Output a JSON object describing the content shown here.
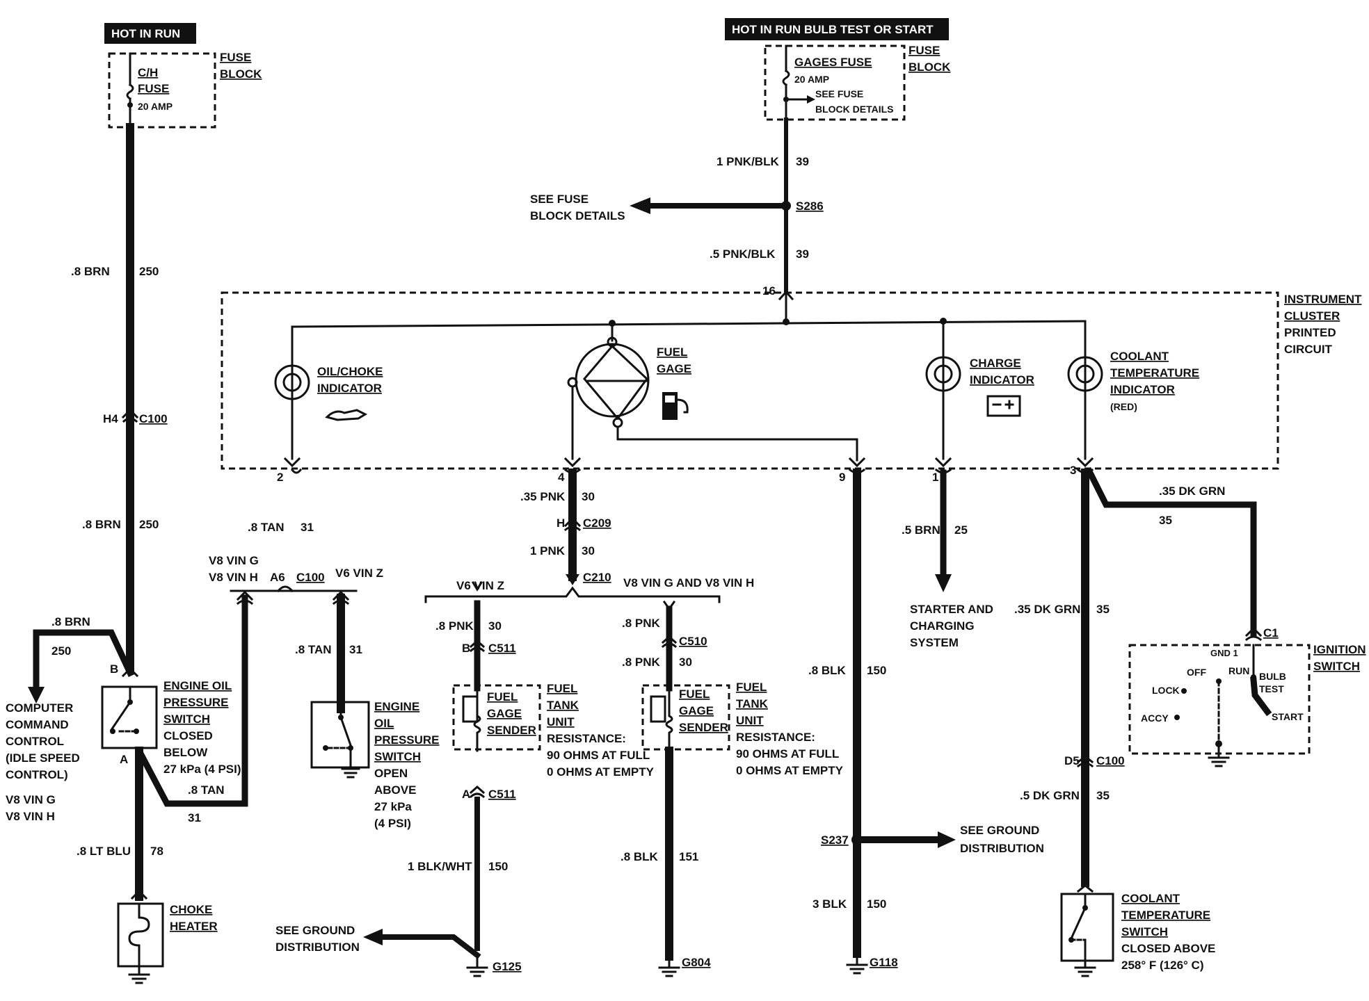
{
  "headers": {
    "left": "HOT IN RUN",
    "right": "HOT IN RUN  BULB TEST OR START"
  },
  "fuse_left": {
    "line1": "C/H",
    "line2": "FUSE",
    "rating": "20 AMP",
    "block1": "FUSE",
    "block2": "BLOCK"
  },
  "fuse_right": {
    "name": "GAGES FUSE",
    "rating": "20 AMP",
    "see1": "SEE FUSE",
    "see2": "BLOCK DETAILS",
    "block1": "FUSE",
    "block2": "BLOCK"
  },
  "wires": {
    "w1_size": "1 PNK/BLK",
    "w1_num": "39",
    "w2_size": ".5 PNK/BLK",
    "w2_num": "39",
    "brn_top_size": ".8 BRN",
    "brn_top_num": "250",
    "brn_mid_size": ".8 BRN",
    "brn_mid_num": "250",
    "brn_left_size": ".8 BRN",
    "brn_left_num": "250",
    "tan_top_size": ".8 TAN",
    "tan_top_num": "31",
    "tan_right_size": ".8 TAN",
    "tan_right_num": "31",
    "tan_bot_size": ".8 TAN",
    "tan_bot_num": "31",
    "ltblu_size": ".8 LT BLU",
    "ltblu_num": "78",
    "pnk35_size": ".35 PNK",
    "pnk35_num": "30",
    "pnk1_size": "1 PNK",
    "pnk1_num": "30",
    "pnk8a_size": ".8 PNK",
    "pnk8a_num": "30",
    "pnk8b_size": ".8 PNK",
    "pnk8c_size": ".8 PNK",
    "pnk8c_num": "30",
    "blkwht_size": "1 BLK/WHT",
    "blkwht_num": "150",
    "blk8_size": ".8 BLK",
    "blk8_num": "151",
    "blk8b_size": ".8 BLK",
    "blk8b_num": "150",
    "blk3_size": "3 BLK",
    "blk3_num": "150",
    "brn5_size": ".5 BRN",
    "brn5_num": "25",
    "dkgrn35a_size": ".35 DK GRN",
    "dkgrn35a_num": "35",
    "dkgrn35b_size": ".35 DK GRN",
    "dkgrn35b_num": "35",
    "dkgrn5_size": ".5 DK GRN",
    "dkgrn5_num": "35"
  },
  "splices": {
    "s286": "S286",
    "s237": "S237"
  },
  "connectors": {
    "h4": "H4",
    "c100a": "C100",
    "a6": "A6",
    "c100b": "C100",
    "p16": "16",
    "p2": "2",
    "p4": "4",
    "p9": "9",
    "p1": "1",
    "p3": "3",
    "h": "H",
    "c209": "C209",
    "c210": "C210",
    "b": "B",
    "c511a": "C511",
    "a": "A",
    "c511b": "C511",
    "c510": "C510",
    "d5": "D5",
    "c100c": "C100",
    "c1": "C1",
    "pin_b": "B",
    "pin_a": "A"
  },
  "see_fuse": {
    "line1": "SEE FUSE",
    "line2": "BLOCK DETAILS"
  },
  "cluster": {
    "line1": "INSTRUMENT",
    "line2": "CLUSTER",
    "line3": "PRINTED",
    "line4": "CIRCUIT"
  },
  "oil_ind": {
    "line1": "OIL/CHOKE",
    "line2": "INDICATOR"
  },
  "fuel_gage": {
    "line1": "FUEL",
    "line2": "GAGE"
  },
  "charge_ind": {
    "line1": "CHARGE",
    "line2": "INDICATOR"
  },
  "coolant_ind": {
    "line1": "COOLANT",
    "line2": "TEMPERATURE",
    "line3": "INDICATOR",
    "line4": "(RED)"
  },
  "vin": {
    "v8gh1": "V8 VIN G",
    "v8gh2": "V8 VIN H",
    "v6z": "V6 VIN Z",
    "v6z2": "V6 VIN Z",
    "v8gandh": "V8 VIN G AND V8 VIN H",
    "v8g_bot": "V8 VIN G",
    "v8h_bot": "V8 VIN H"
  },
  "computer": {
    "l1": "COMPUTER",
    "l2": "COMMAND",
    "l3": "CONTROL",
    "l4": "(IDLE SPEED",
    "l5": "CONTROL)"
  },
  "eops1": {
    "l1": "ENGINE OIL",
    "l2": "PRESSURE",
    "l3": "SWITCH",
    "l4": "CLOSED",
    "l5": "BELOW",
    "l6": "27 kPa (4 PSI)"
  },
  "eops2": {
    "l1": "ENGINE",
    "l2": "OIL",
    "l3": "PRESSURE",
    "l4": "SWITCH",
    "l5": "OPEN",
    "l6": "ABOVE",
    "l7": "27 kPa",
    "l8": "(4 PSI)"
  },
  "choke": {
    "l1": "CHOKE",
    "l2": "HEATER"
  },
  "sender1": {
    "l1": "FUEL",
    "l2": "GAGE",
    "l3": "SENDER",
    "t1": "FUEL",
    "t2": "TANK",
    "t3": "UNIT",
    "r1": "RESISTANCE:",
    "r2": "90 OHMS AT FULL",
    "r3": "0 OHMS AT EMPTY"
  },
  "sender2": {
    "l1": "FUEL",
    "l2": "GAGE",
    "l3": "SENDER",
    "t1": "FUEL",
    "t2": "TANK",
    "t3": "UNIT",
    "r1": "RESISTANCE:",
    "r2": "90 OHMS AT FULL",
    "r3": "0 OHMS AT EMPTY"
  },
  "starter": {
    "l1": "STARTER AND",
    "l2": "CHARGING",
    "l3": "SYSTEM"
  },
  "ignition": {
    "l1": "IGNITION",
    "l2": "SWITCH",
    "gnd1": "GND 1",
    "off": "OFF",
    "run": "RUN",
    "bulb1": "BULB",
    "bulb2": "TEST",
    "lock": "LOCK",
    "accy": "ACCY",
    "start": "START"
  },
  "see_ground_left": {
    "l1": "SEE GROUND",
    "l2": "DISTRIBUTION"
  },
  "see_ground_right": {
    "l1": "SEE GROUND",
    "l2": "DISTRIBUTION"
  },
  "grounds": {
    "g125": "G125",
    "g804": "G804",
    "g118": "G118"
  },
  "cts": {
    "l1": "COOLANT",
    "l2": "TEMPERATURE",
    "l3": "SWITCH",
    "l4": "CLOSED ABOVE",
    "l5": "258° F (126° C)"
  }
}
